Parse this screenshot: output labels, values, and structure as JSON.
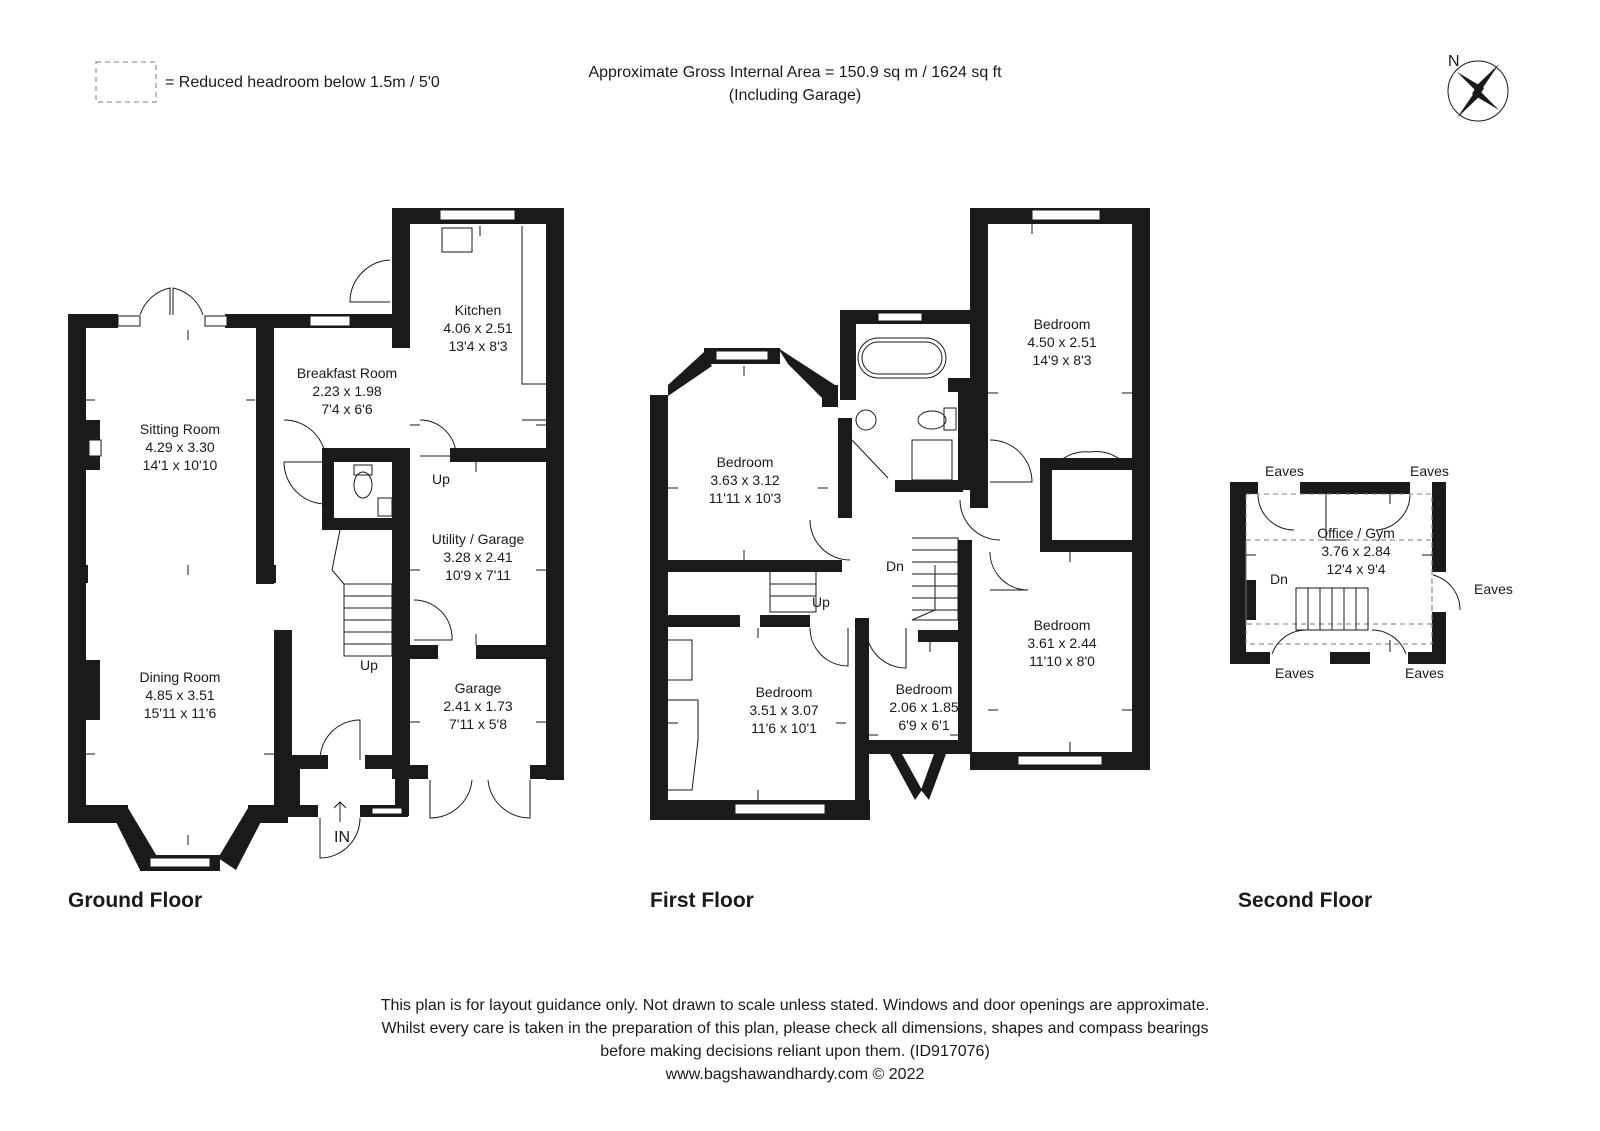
{
  "header": {
    "legend_text": "= Reduced headroom below 1.5m / 5'0",
    "area_line1": "Approximate Gross Internal Area = 150.9 sq m / 1624 sq ft",
    "area_line2": "(Including Garage)",
    "compass_label": "N"
  },
  "ground_floor": {
    "label": "Ground Floor",
    "rooms": {
      "kitchen": {
        "name": "Kitchen",
        "metric": "4.06 x 2.51",
        "imperial": "13'4 x 8'3"
      },
      "breakfast": {
        "name": "Breakfast Room",
        "metric": "2.23 x 1.98",
        "imperial": "7'4 x 6'6"
      },
      "sitting": {
        "name": "Sitting Room",
        "metric": "4.29 x 3.30",
        "imperial": "14'1 x 10'10"
      },
      "dining": {
        "name": "Dining Room",
        "metric": "4.85 x 3.51",
        "imperial": "15'11 x 11'6"
      },
      "utility": {
        "name": "Utility / Garage",
        "metric": "3.28 x 2.41",
        "imperial": "10'9 x 7'11"
      },
      "garage": {
        "name": "Garage",
        "metric": "2.41 x 1.73",
        "imperial": "7'11 x 5'8"
      }
    },
    "labels": {
      "up1": "Up",
      "up2": "Up",
      "entrance": "IN"
    }
  },
  "first_floor": {
    "label": "First Floor",
    "rooms": {
      "bed_a": {
        "name": "Bedroom",
        "metric": "3.63 x 3.12",
        "imperial": "11'11 x 10'3"
      },
      "bed_b": {
        "name": "Bedroom",
        "metric": "4.50 x 2.51",
        "imperial": "14'9 x 8'3"
      },
      "bed_c": {
        "name": "Bedroom",
        "metric": "3.51 x 3.07",
        "imperial": "11'6 x 10'1"
      },
      "bed_d": {
        "name": "Bedroom",
        "metric": "2.06 x 1.85",
        "imperial": "6'9 x 6'1"
      },
      "bed_e": {
        "name": "Bedroom",
        "metric": "3.61 x 2.44",
        "imperial": "11'10 x 8'0"
      }
    },
    "labels": {
      "dn": "Dn",
      "up": "Up"
    }
  },
  "second_floor": {
    "label": "Second Floor",
    "rooms": {
      "office": {
        "name": "Office / Gym",
        "metric": "3.76 x 2.84",
        "imperial": "12'4 x 9'4"
      }
    },
    "labels": {
      "dn": "Dn",
      "eaves_tl": "Eaves",
      "eaves_tr": "Eaves",
      "eaves_r": "Eaves",
      "eaves_bl": "Eaves",
      "eaves_br": "Eaves"
    }
  },
  "footer": {
    "line1": "This plan is for layout guidance only. Not drawn to scale unless stated. Windows and door openings are approximate.",
    "line2": "Whilst every care is taken in the preparation of this plan, please check all dimensions, shapes and compass bearings",
    "line3": "before making decisions reliant upon them. (ID917076)",
    "line4": "www.bagshawandhardy.com © 2022"
  }
}
